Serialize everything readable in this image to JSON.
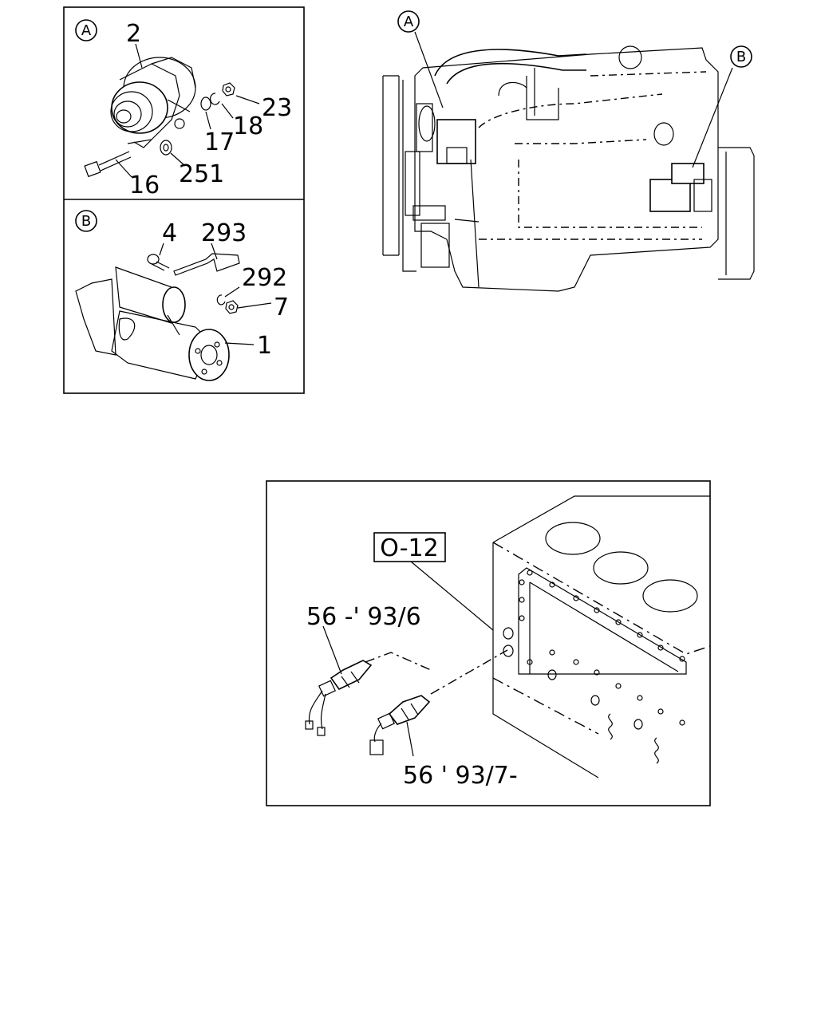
{
  "inset_a": {
    "marker": "A",
    "callouts": [
      "2",
      "23",
      "18",
      "17",
      "251",
      "16"
    ]
  },
  "inset_b": {
    "marker": "B",
    "callouts": [
      "4",
      "293",
      "292",
      "7",
      "1"
    ]
  },
  "engine_view": {
    "markers": [
      "A",
      "B"
    ]
  },
  "sensor_detail": {
    "reference_box": "O-12",
    "callout_upper": "56 -' 93/6",
    "callout_lower": "56 ' 93/7-"
  }
}
